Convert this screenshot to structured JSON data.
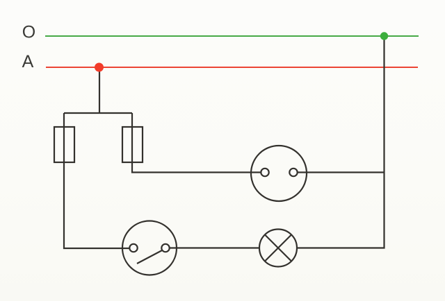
{
  "diagram": {
    "type": "electrical-circuit-schematic",
    "labels": {
      "top_wire": "O",
      "bottom_wire": "A"
    },
    "colors": {
      "wire_o_green": "#46a946",
      "wire_a_red": "#ec4434",
      "junction_dot_o": "#3cae3c",
      "junction_dot_a": "#f23c2a",
      "conductor_black": "#33312d",
      "label_text": "#3a3a36",
      "paper_background": "#fbfbf8"
    },
    "components": [
      {
        "id": "supply-wire-o",
        "label": "O",
        "kind": "supply conductor (green)"
      },
      {
        "id": "supply-wire-a",
        "label": "A",
        "kind": "supply conductor (red)"
      },
      {
        "id": "junction-dot-a",
        "kind": "tap junction on wire A"
      },
      {
        "id": "junction-dot-o",
        "kind": "tap junction on wire O"
      },
      {
        "id": "fuse-left",
        "kind": "fuse"
      },
      {
        "id": "fuse-right",
        "kind": "fuse"
      },
      {
        "id": "socket-outlet",
        "kind": "socket outlet symbol (circle with two terminals)"
      },
      {
        "id": "switch",
        "kind": "single-pole switch symbol (open blade)"
      },
      {
        "id": "lamp",
        "kind": "lamp symbol (circle with cross)"
      }
    ]
  }
}
